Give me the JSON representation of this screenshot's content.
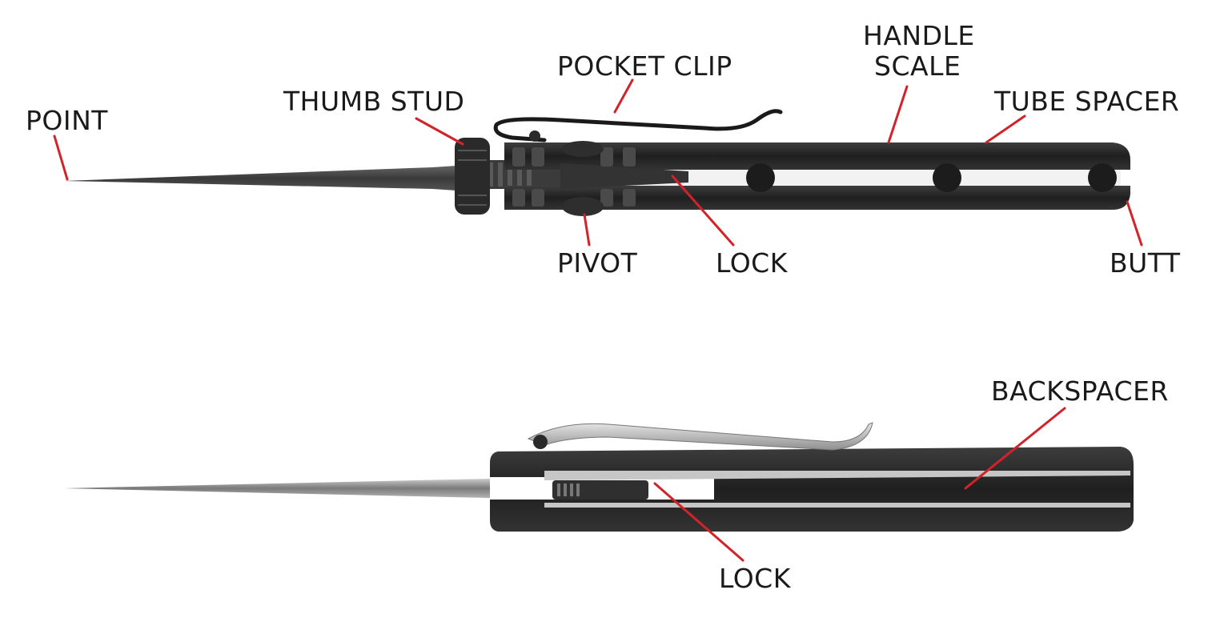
{
  "top_view": {
    "labels": {
      "point": "POINT",
      "thumb_stud": "THUMB STUD",
      "pocket_clip": "POCKET CLIP",
      "handle_scale_line1": "HANDLE",
      "handle_scale_line2": "SCALE",
      "tube_spacer": "TUBE SPACER",
      "pivot": "PIVOT",
      "lock": "LOCK",
      "butt": "BUTT"
    }
  },
  "bottom_view": {
    "labels": {
      "backspacer": "BACKSPACER",
      "lock": "LOCK"
    }
  },
  "colors": {
    "leader_line": "#d2232a",
    "text": "#1a1a1a",
    "handle_dark": "#2b2b2b",
    "blade_steel": "#9a9a9a",
    "clip_silver": "#c8c8c8"
  }
}
